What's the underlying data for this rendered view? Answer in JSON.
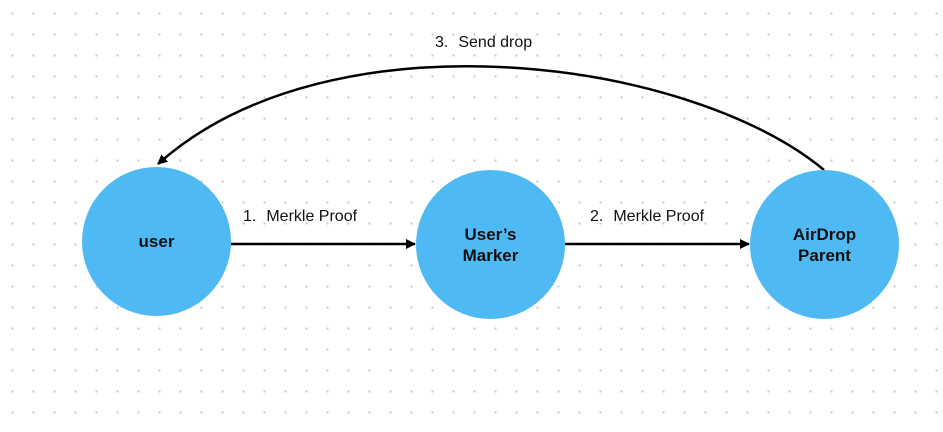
{
  "colors": {
    "node_fill": "#4fb9f4",
    "edge": "#000000",
    "text": "#111111",
    "grid_dot": "#c9c9c9"
  },
  "nodes": [
    {
      "id": "user",
      "label": "user"
    },
    {
      "id": "users-marker",
      "label": "User’s\nMarker"
    },
    {
      "id": "airdrop-parent",
      "label": "AirDrop\nParent"
    }
  ],
  "edges": [
    {
      "from": "user",
      "to": "users-marker",
      "number": "1.",
      "label": "Merkle Proof"
    },
    {
      "from": "users-marker",
      "to": "airdrop-parent",
      "number": "2.",
      "label": "Merkle Proof"
    },
    {
      "from": "airdrop-parent",
      "to": "user",
      "number": "3.",
      "label": "Send drop"
    }
  ]
}
